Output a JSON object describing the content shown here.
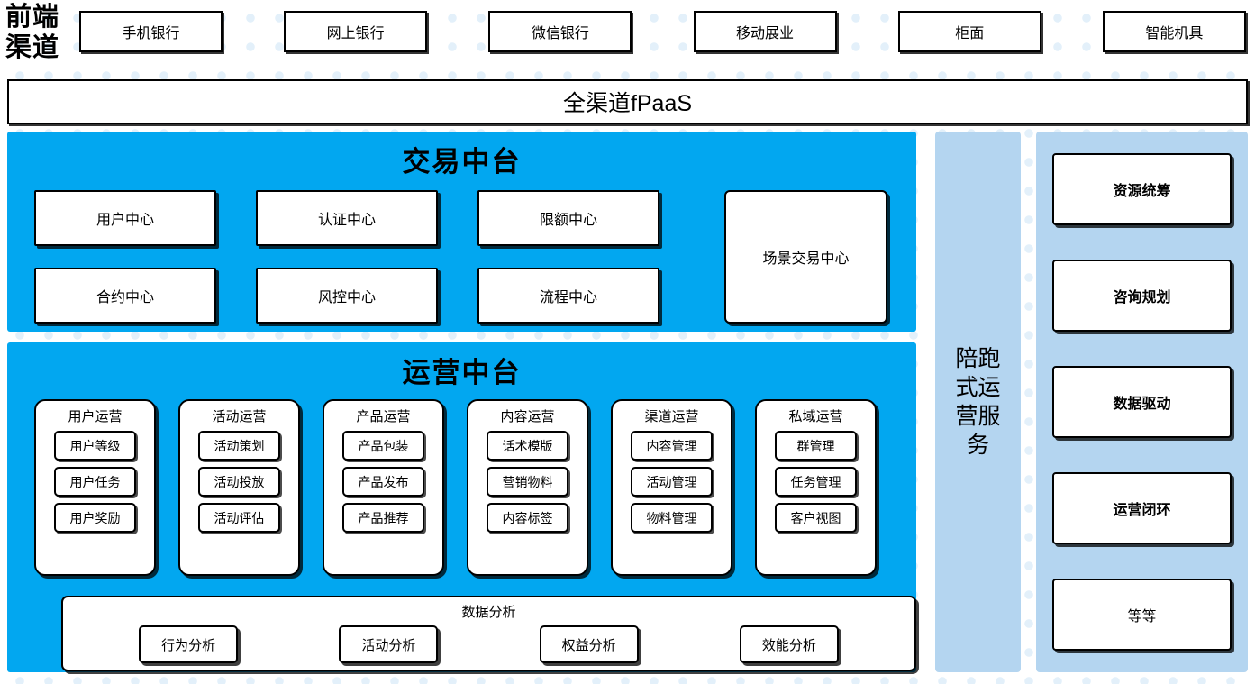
{
  "front_channels": {
    "label": "前端渠道",
    "items": [
      {
        "label": "手机银行"
      },
      {
        "label": "网上银行"
      },
      {
        "label": "微信银行"
      },
      {
        "label": "移动展业"
      },
      {
        "label": "柜面"
      },
      {
        "label": "智能机具"
      }
    ]
  },
  "fpaas": {
    "label": "全渠道fPaaS"
  },
  "trade_platform": {
    "title": "交易中台",
    "columns": [
      {
        "cells": [
          "用户中心",
          "合约中心"
        ]
      },
      {
        "cells": [
          "认证中心",
          "风控中心"
        ]
      },
      {
        "cells": [
          "限额中心",
          "流程中心"
        ]
      }
    ],
    "scene_box": "场景交易中心"
  },
  "ops_platform": {
    "title": "运营中台",
    "columns": [
      {
        "title": "用户运营",
        "items": [
          "用户等级",
          "用户任务",
          "用户奖励"
        ]
      },
      {
        "title": "活动运营",
        "items": [
          "活动策划",
          "活动投放",
          "活动评估"
        ]
      },
      {
        "title": "产品运营",
        "items": [
          "产品包装",
          "产品发布",
          "产品推荐"
        ]
      },
      {
        "title": "内容运营",
        "items": [
          "话术模版",
          "营销物料",
          "内容标签"
        ]
      },
      {
        "title": "渠道运营",
        "items": [
          "内容管理",
          "活动管理",
          "物料管理"
        ]
      },
      {
        "title": "私域运营",
        "items": [
          "群管理",
          "任务管理",
          "客户视图"
        ]
      }
    ],
    "data_analysis": {
      "title": "数据分析",
      "items": [
        "行为分析",
        "活动分析",
        "权益分析",
        "效能分析"
      ]
    }
  },
  "accompany_service": {
    "label": "陪跑式运营服务"
  },
  "right_panel": {
    "cards": [
      {
        "label": "资源统筹",
        "bold": true
      },
      {
        "label": "咨询规划",
        "bold": true
      },
      {
        "label": "数据驱动",
        "bold": true
      },
      {
        "label": "运营闭环",
        "bold": true
      },
      {
        "label": "等等",
        "bold": false
      }
    ]
  },
  "colors": {
    "platform_cyan": "#02a7f0",
    "panel_light_blue": "#b4d5f0",
    "dot_pattern": "#e3f0fa",
    "box_border": "#000000",
    "box_fill": "#ffffff"
  }
}
